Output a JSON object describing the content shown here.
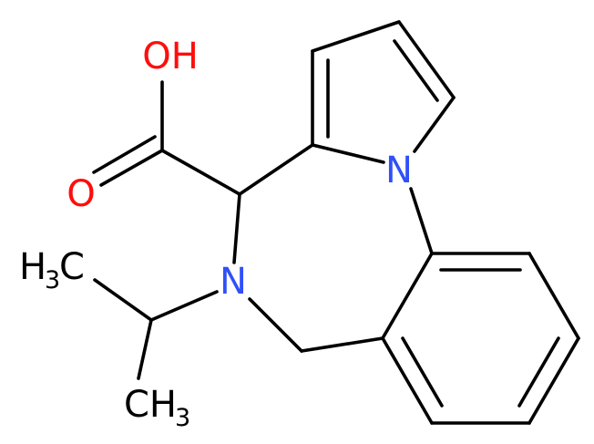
{
  "molecule": {
    "atoms": {
      "hydroxyl": "OH",
      "carbonyl_oxygen": "O",
      "pyrrole_nitrogen": "N",
      "amine_nitrogen": "N",
      "methyl_top_main": "H",
      "methyl_top_sub": "3",
      "methyl_top_tail": "C",
      "methyl_bottom_main": "CH",
      "methyl_bottom_sub": "3"
    },
    "colors": {
      "bond": "#000000",
      "oxygen": "#ff0d0d",
      "nitrogen": "#3050f8",
      "carbon": "#000000"
    }
  }
}
